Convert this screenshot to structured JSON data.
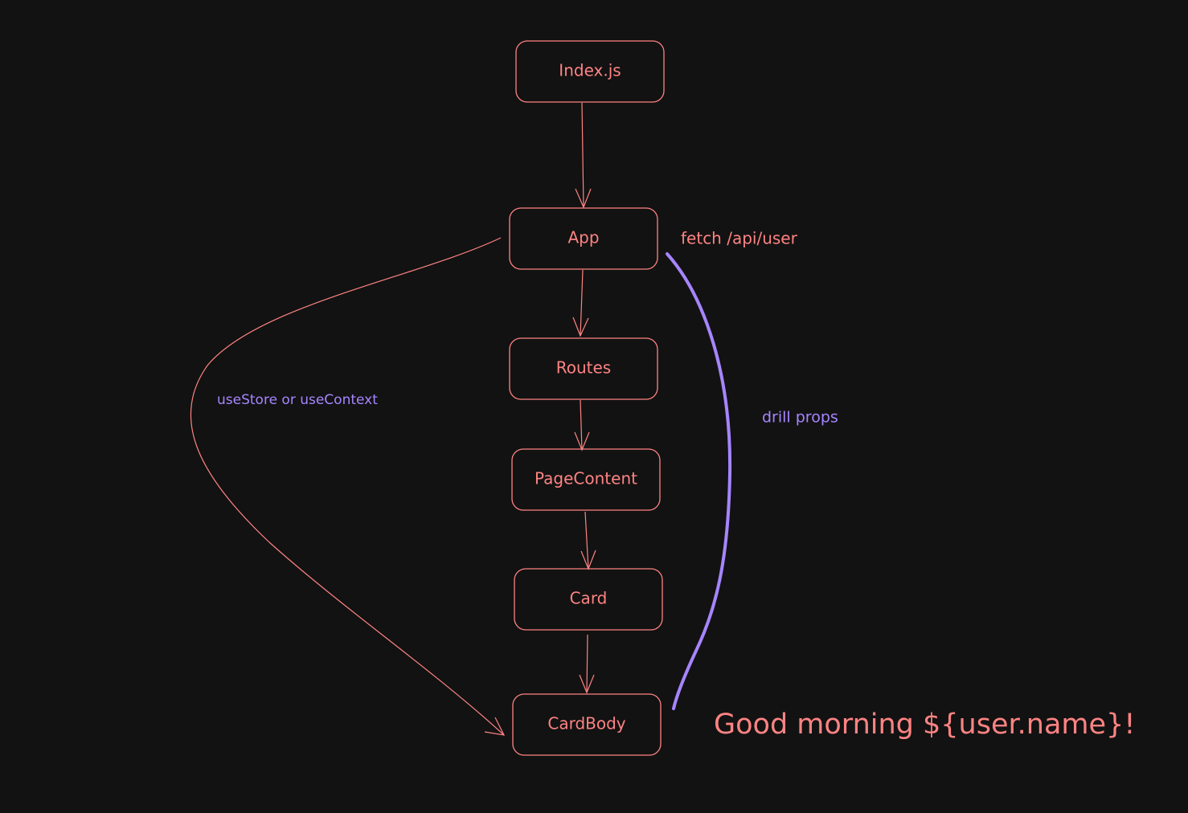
{
  "colors": {
    "background": "#121212",
    "node_stroke": "#ff8383",
    "node_text": "#ff8383",
    "accent": "#a685ff"
  },
  "nodes": {
    "index": "Index.js",
    "app": "App",
    "routes": "Routes",
    "page_content": "PageContent",
    "card": "Card",
    "card_body": "CardBody"
  },
  "annotations": {
    "fetch": "fetch /api/user",
    "drill": "drill props",
    "store": "useStore or useContext",
    "greeting": "Good morning ${user.name}!"
  }
}
